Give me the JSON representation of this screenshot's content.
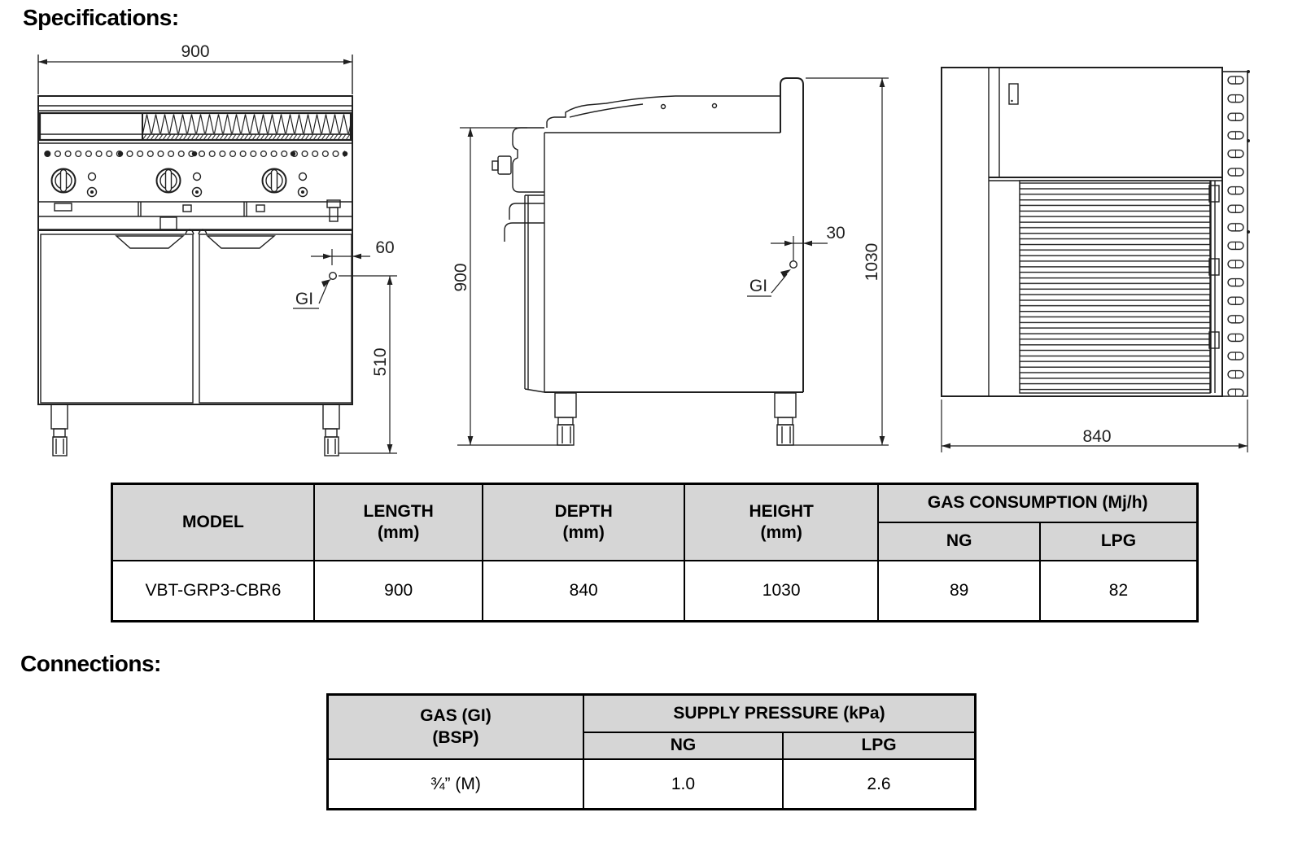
{
  "headings": {
    "specifications": "Specifications:",
    "connections": "Connections:"
  },
  "drawings": {
    "front_view": {
      "width_dim": "900",
      "gas_offset_dim": "60",
      "gas_height_dim": "510",
      "gas_inlet_label": "GI"
    },
    "side_view": {
      "worktop_height_dim": "900",
      "gas_offset_dim": "30",
      "total_height_dim": "1030",
      "gas_inlet_label": "GI"
    },
    "top_view": {
      "depth_dim": "840"
    }
  },
  "spec_table": {
    "headers": {
      "model": "MODEL",
      "length": "LENGTH",
      "length_unit": "(mm)",
      "depth": "DEPTH",
      "depth_unit": "(mm)",
      "height": "HEIGHT",
      "height_unit": "(mm)",
      "gas_consumption": "GAS CONSUMPTION (Mj/h)",
      "ng": "NG",
      "lpg": "LPG"
    },
    "row": {
      "model": "VBT-GRP3-CBR6",
      "length": "900",
      "depth": "840",
      "height": "1030",
      "ng": "89",
      "lpg": "82"
    }
  },
  "connections_table": {
    "headers": {
      "gas_line1": "GAS (GI)",
      "gas_line2": "(BSP)",
      "supply_pressure": "SUPPLY PRESSURE (kPa)",
      "ng": "NG",
      "lpg": "LPG"
    },
    "row": {
      "gas": "¾” (M)",
      "ng": "1.0",
      "lpg": "2.6"
    }
  },
  "colors": {
    "line": "#1f1f1f",
    "table_border": "#000000",
    "table_header_bg": "#d6d6d6",
    "background": "#ffffff"
  }
}
